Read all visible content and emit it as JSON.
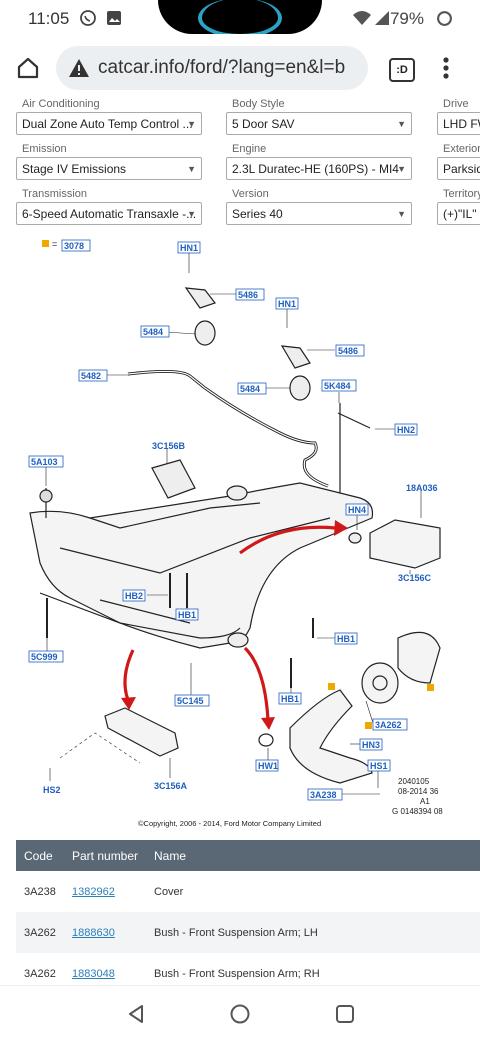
{
  "status": {
    "time": "11:05",
    "battery": "79%"
  },
  "browser": {
    "url": "catcar.info/ford/?lang=en&l=b",
    "tab_label": ":D"
  },
  "filters": [
    {
      "label": "Air Conditioning",
      "value": "Dual Zone Auto Temp Control ..."
    },
    {
      "label": "Body Style",
      "value": "5 Door SAV"
    },
    {
      "label": "Drive",
      "value": "LHD FW"
    },
    {
      "label": "Emission",
      "value": "Stage IV Emissions"
    },
    {
      "label": "Engine",
      "value": "2.3L Duratec-HE (160PS) - MI4"
    },
    {
      "label": "Exterior",
      "value": "Parksid"
    },
    {
      "label": "Transmission",
      "value": "6-Speed Automatic Transaxle -..."
    },
    {
      "label": "Version",
      "value": "Series 40"
    },
    {
      "label": "Territory",
      "value": "(+)\"IL\""
    }
  ],
  "diagram": {
    "legend_code": "3078",
    "labels": [
      "HN1",
      "5486",
      "HN1",
      "5484",
      "5486",
      "5482",
      "5484",
      "5K484",
      "HN2",
      "3C156B",
      "5A103",
      "HN4",
      "18A036",
      "3C156C",
      "HB2",
      "HB1",
      "HB1",
      "5C999",
      "5C145",
      "HB1",
      "3A262",
      "HN3",
      "HS1",
      "HW1",
      "3A238",
      "HS2",
      "3C156A"
    ],
    "ref_lines": [
      "2040105",
      "08-2014 36",
      "A1",
      "G 0148394 08"
    ],
    "copyright": "©Copyright, 2006 - 2014, Ford Motor Company Limited"
  },
  "table": {
    "headers": [
      "Code",
      "Part number",
      "Name"
    ],
    "rows": [
      {
        "code": "3A238",
        "part": "1382962",
        "name": "Cover"
      },
      {
        "code": "3A262",
        "part": "1888630",
        "name": "Bush - Front Suspension Arm; LH"
      },
      {
        "code": "3A262",
        "part": "1883048",
        "name": "Bush - Front Suspension Arm; RH"
      }
    ]
  }
}
